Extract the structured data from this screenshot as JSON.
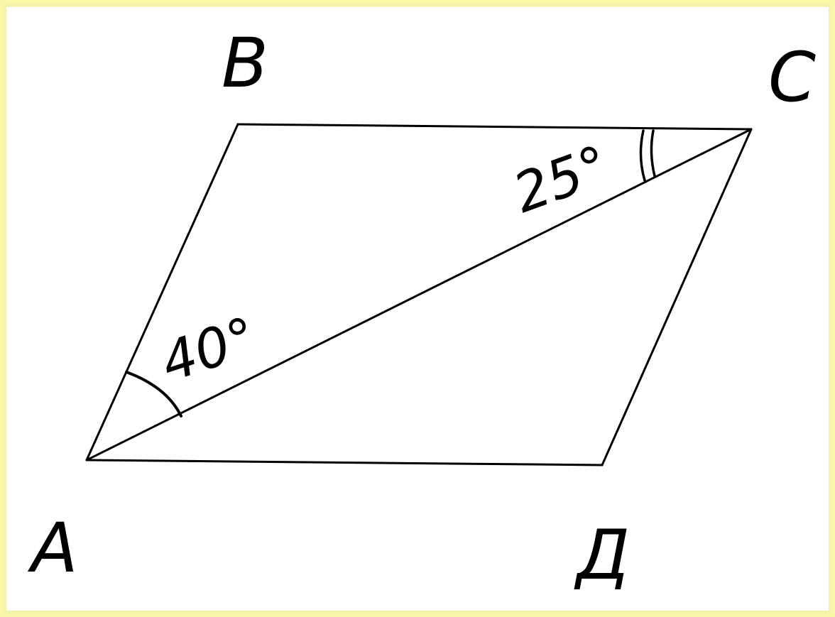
{
  "figure": {
    "vertices": {
      "A": "A",
      "B": "B",
      "C": "C",
      "D": "Д"
    },
    "angles": {
      "bac": "40°",
      "bca": "25°"
    },
    "colors": {
      "background": "#fbf7a6",
      "paper": "#ffffff",
      "ink": "#000000"
    }
  }
}
